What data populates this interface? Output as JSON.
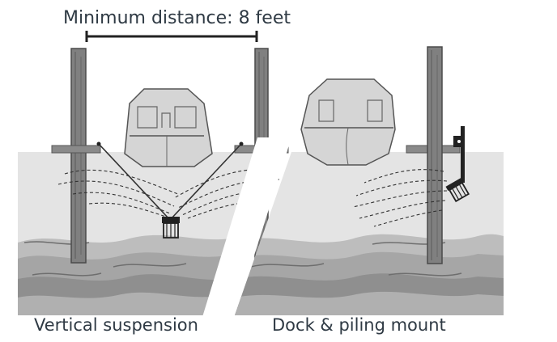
{
  "annotations": {
    "min_distance": "Minimum distance: 8 feet"
  },
  "captions": {
    "left": "Vertical suspension",
    "right": "Dock & piling mount"
  },
  "colors": {
    "water": "#e3e3e3",
    "waves": "#8e8e8e",
    "post": "#7a7a7a",
    "boat": "#d6d6d6",
    "text": "#2f3a44"
  }
}
